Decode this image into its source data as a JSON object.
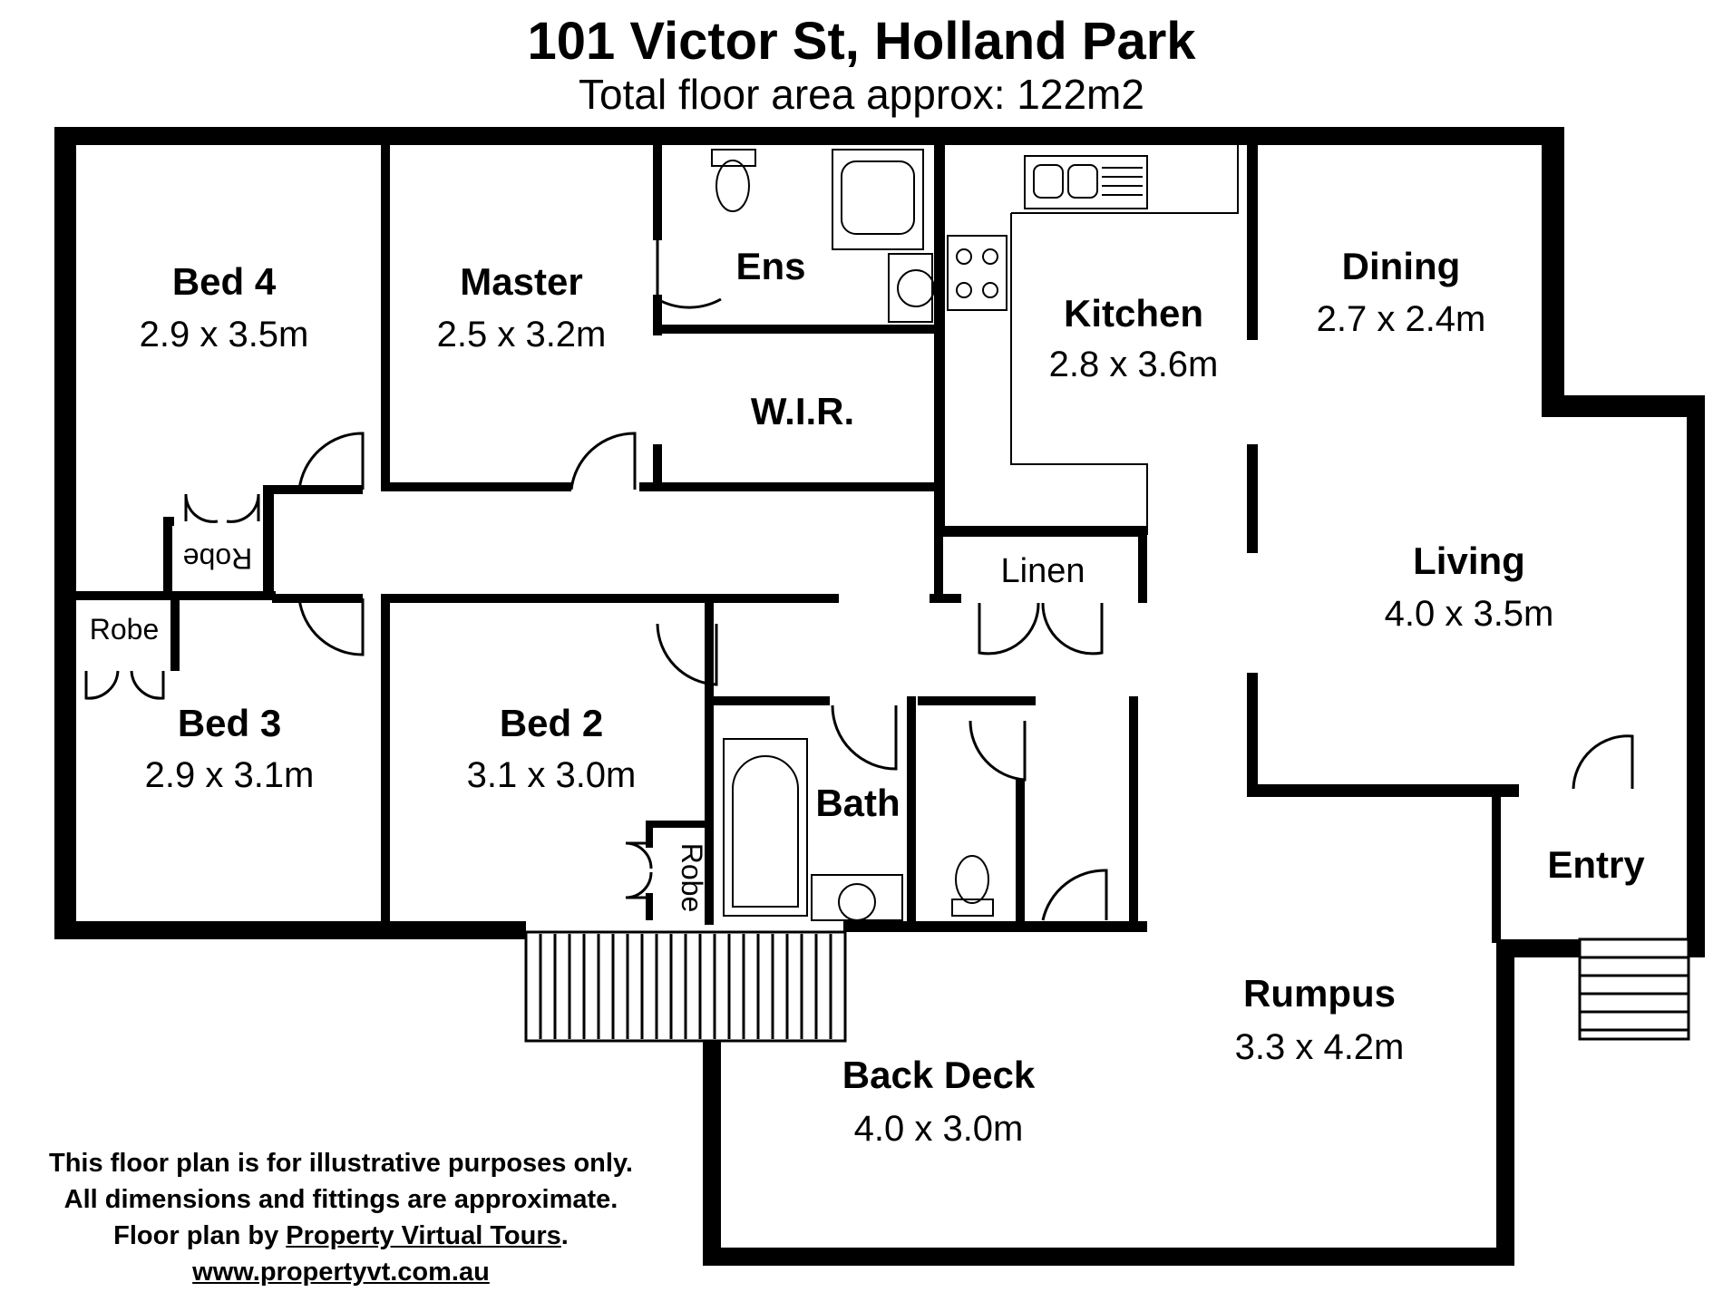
{
  "header": {
    "title": "101 Victor St, Holland Park",
    "subtitle": "Total floor area approx: 122m2"
  },
  "rooms": [
    {
      "id": "bed4",
      "name": "Bed 4",
      "dims": "2.9 x 3.5m"
    },
    {
      "id": "master",
      "name": "Master",
      "dims": "2.5 x 3.2m"
    },
    {
      "id": "ens",
      "name": "Ens"
    },
    {
      "id": "wir",
      "name": "W.I.R."
    },
    {
      "id": "kitchen",
      "name": "Kitchen",
      "dims": "2.8 x 3.6m"
    },
    {
      "id": "dining",
      "name": "Dining",
      "dims": "2.7 x 2.4m"
    },
    {
      "id": "living",
      "name": "Living",
      "dims": "4.0 x 3.5m"
    },
    {
      "id": "linen",
      "name": "Linen"
    },
    {
      "id": "robe_bed4",
      "name": "Robe"
    },
    {
      "id": "robe_bed3",
      "name": "Robe"
    },
    {
      "id": "bed3",
      "name": "Bed 3",
      "dims": "2.9 x 3.1m"
    },
    {
      "id": "bed2",
      "name": "Bed 2",
      "dims": "3.1 x 3.0m"
    },
    {
      "id": "robe_bed2",
      "name": "Robe"
    },
    {
      "id": "bath",
      "name": "Bath"
    },
    {
      "id": "entry",
      "name": "Entry"
    },
    {
      "id": "rumpus",
      "name": "Rumpus",
      "dims": "3.3 x 4.2m"
    },
    {
      "id": "back_deck",
      "name": "Back Deck",
      "dims": "4.0 x 3.0m"
    }
  ],
  "disclaimer": {
    "line1": "This floor plan is for illustrative purposes only.",
    "line2": "All dimensions and fittings are approximate.",
    "line3_prefix": "Floor plan by ",
    "line3_link": "Property Virtual Tours",
    "line3_suffix": ".",
    "line4": "www.propertyvt.com.au"
  }
}
